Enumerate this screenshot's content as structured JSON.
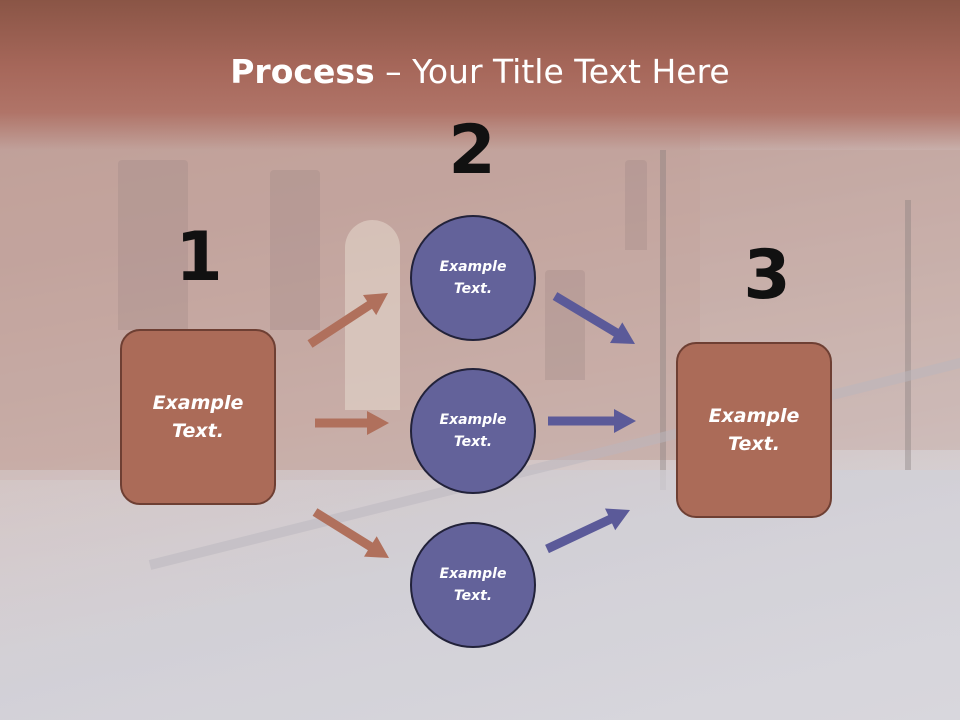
{
  "title": {
    "bold": "Process",
    "rest": " – Your Title Text Here"
  },
  "numbers": [
    "1",
    "2",
    "3"
  ],
  "left_box": "Example\nText.",
  "right_box": "Example\nText.",
  "circles": [
    "Example\nText.",
    "Example\nText.",
    "Example\nText."
  ],
  "colors": {
    "box": "#ab6b58",
    "circle": "#63629a",
    "brown_arrow": "#b0705c",
    "blue_arrow": "#5b5a99"
  }
}
